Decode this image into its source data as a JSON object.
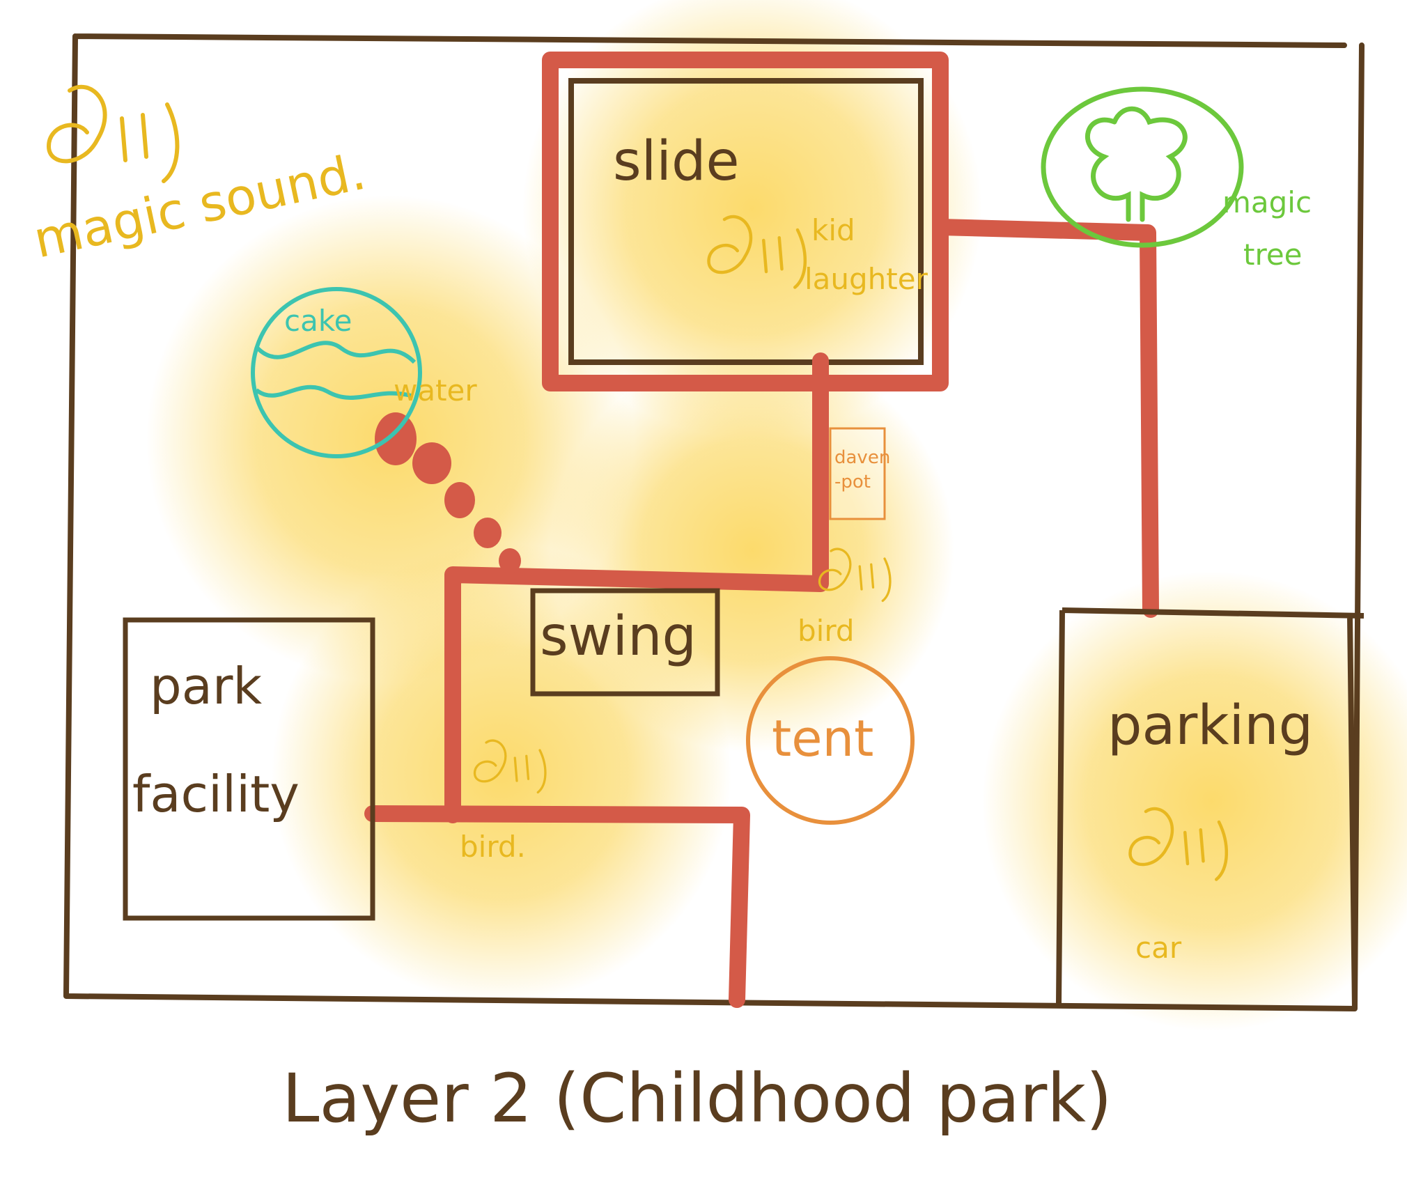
{
  "title": "Layer 2 (Childhood park)",
  "legend": {
    "icon": "sound-speaker-icon",
    "label": "magic sound."
  },
  "areas": {
    "slide": "slide",
    "swing": "swing",
    "park_facility": [
      "park",
      "facility"
    ],
    "parking": "parking",
    "tent": "tent",
    "daven_pot": [
      "daven",
      "-pot"
    ],
    "cake": "cake",
    "magic_tree": [
      "magic",
      "tree"
    ]
  },
  "sounds": {
    "kid_laughter": [
      "kid",
      "laughter"
    ],
    "water": "water",
    "bird_1": "bird",
    "bird_2": "bird.",
    "car": "car"
  },
  "colors": {
    "outline": "#5a3d1f",
    "path": "#d45a48",
    "glow": "#fbd452",
    "sound": "#e8b820",
    "tree": "#6cc83c",
    "cake": "#3cc4b0",
    "tent": "#e8903c"
  }
}
